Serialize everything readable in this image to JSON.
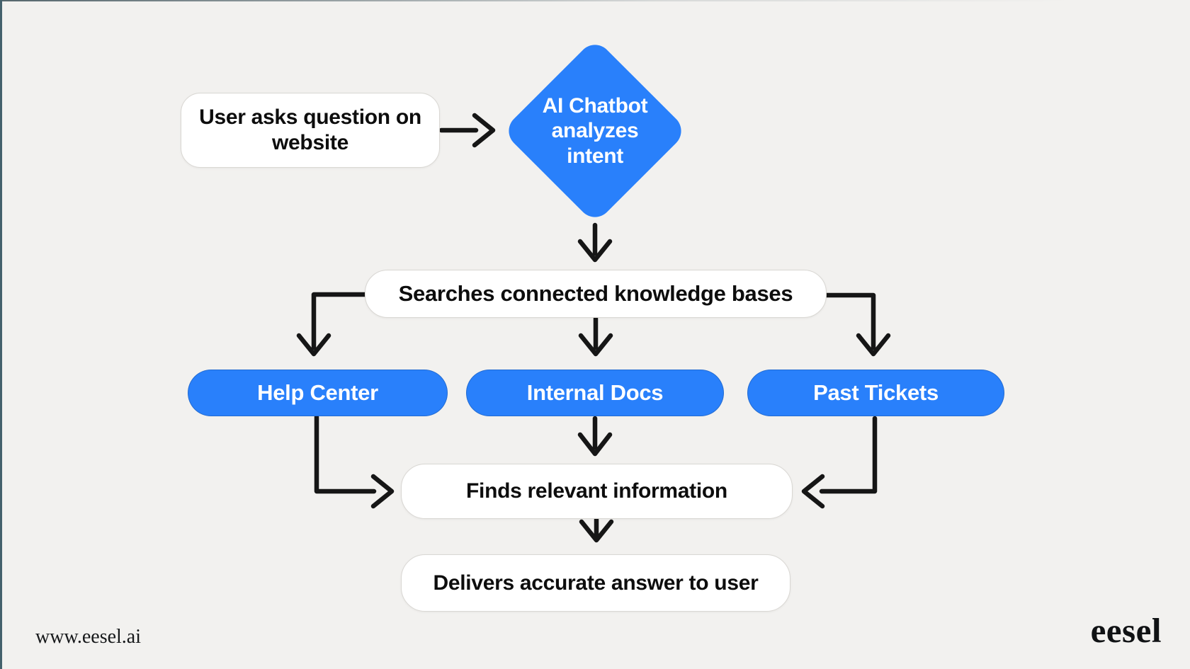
{
  "page": {
    "background_color": "#F2F1EF",
    "left_edge_accent_color": "#44616C"
  },
  "palette": {
    "node_blue": "#2980FB",
    "node_white": "#FFFFFF",
    "node_border_grey": "#D9D7D3",
    "arrow_color": "#161616",
    "text_dark": "#0D0D0D",
    "text_on_blue": "#FFFFFF"
  },
  "flowchart": {
    "nodes": {
      "user_question": {
        "label": "User asks question on website",
        "shape": "rounded-rect",
        "fill": "white"
      },
      "ai_chatbot": {
        "label": "AI Chatbot analyzes intent",
        "shape": "diamond",
        "fill": "blue"
      },
      "searches_kb": {
        "label": "Searches connected knowledge bases",
        "shape": "rounded-rect",
        "fill": "white"
      },
      "help_center": {
        "label": "Help Center",
        "shape": "pill",
        "fill": "blue"
      },
      "internal_docs": {
        "label": "Internal Docs",
        "shape": "pill",
        "fill": "blue"
      },
      "past_tickets": {
        "label": "Past Tickets",
        "shape": "pill",
        "fill": "blue"
      },
      "finds_info": {
        "label": "Finds relevant information",
        "shape": "rounded-rect",
        "fill": "white"
      },
      "delivers": {
        "label": "Delivers accurate answer to user",
        "shape": "rounded-rect",
        "fill": "white"
      }
    },
    "edges": [
      {
        "from": "user_question",
        "to": "ai_chatbot"
      },
      {
        "from": "ai_chatbot",
        "to": "searches_kb"
      },
      {
        "from": "searches_kb",
        "to": "help_center"
      },
      {
        "from": "searches_kb",
        "to": "internal_docs"
      },
      {
        "from": "searches_kb",
        "to": "past_tickets"
      },
      {
        "from": "help_center",
        "to": "finds_info"
      },
      {
        "from": "internal_docs",
        "to": "finds_info"
      },
      {
        "from": "past_tickets",
        "to": "finds_info"
      },
      {
        "from": "finds_info",
        "to": "delivers"
      }
    ]
  },
  "footer": {
    "website_url": "www.eesel.ai",
    "brand_wordmark": "eesel"
  }
}
